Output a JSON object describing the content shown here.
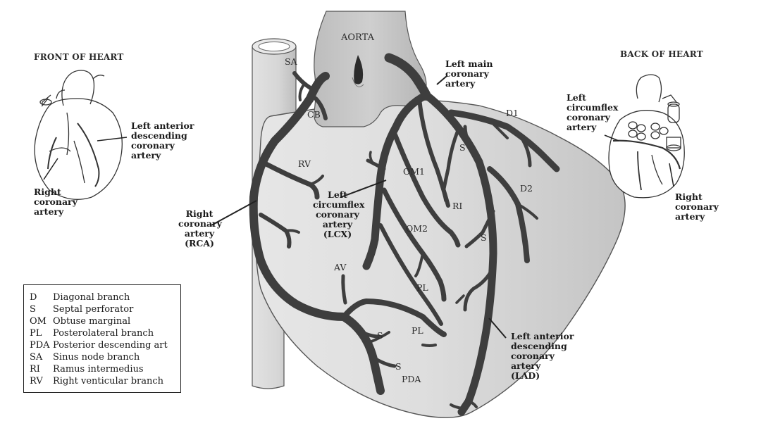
{
  "titles": {
    "front": "FRONT OF HEART",
    "back": "BACK OF HEART"
  },
  "labels": {
    "aorta": "AORTA",
    "sa": "SA",
    "cb": "CB",
    "rv": "RV",
    "av": "AV",
    "om1": "OM1",
    "om2": "OM2",
    "ri": "RI",
    "pl_upper": "PL",
    "pl_lower": "PL",
    "s_upper": "S",
    "s_right": "S",
    "s_lower1": "S",
    "s_lower2": "S",
    "pda": "PDA",
    "d1": "D1",
    "d2": "D2"
  },
  "callouts": {
    "left_main": [
      "Left main",
      "coronary",
      "artery"
    ],
    "rca": [
      "Right",
      "coronary",
      "artery",
      "(RCA)"
    ],
    "lcx": [
      "Left",
      "circumflex",
      "coronary",
      "artery",
      "(LCX)"
    ],
    "lad": [
      "Left anterior",
      "descending",
      "coronary",
      "artery",
      "(LAD)"
    ],
    "front_lad": [
      "Left anterior",
      "descending",
      "coronary",
      "artery"
    ],
    "front_rca": [
      "Right",
      "coronary",
      "artery"
    ],
    "back_lcx": [
      "Left",
      "circumflex",
      "coronary",
      "artery"
    ],
    "back_rca": [
      "Right",
      "coronary",
      "artery"
    ]
  },
  "legend": [
    {
      "abbr": "D",
      "text": "Diagonal branch"
    },
    {
      "abbr": "S",
      "text": "Septal perforator"
    },
    {
      "abbr": "OM",
      "text": "Obtuse marginal"
    },
    {
      "abbr": "PL",
      "text": "Posterolateral branch"
    },
    {
      "abbr": "PDA",
      "text": "Posterior descending art"
    },
    {
      "abbr": "SA",
      "text": "Sinus node branch"
    },
    {
      "abbr": "RI",
      "text": "Ramus intermedius"
    },
    {
      "abbr": "RV",
      "text": "Right venticular branch"
    }
  ]
}
